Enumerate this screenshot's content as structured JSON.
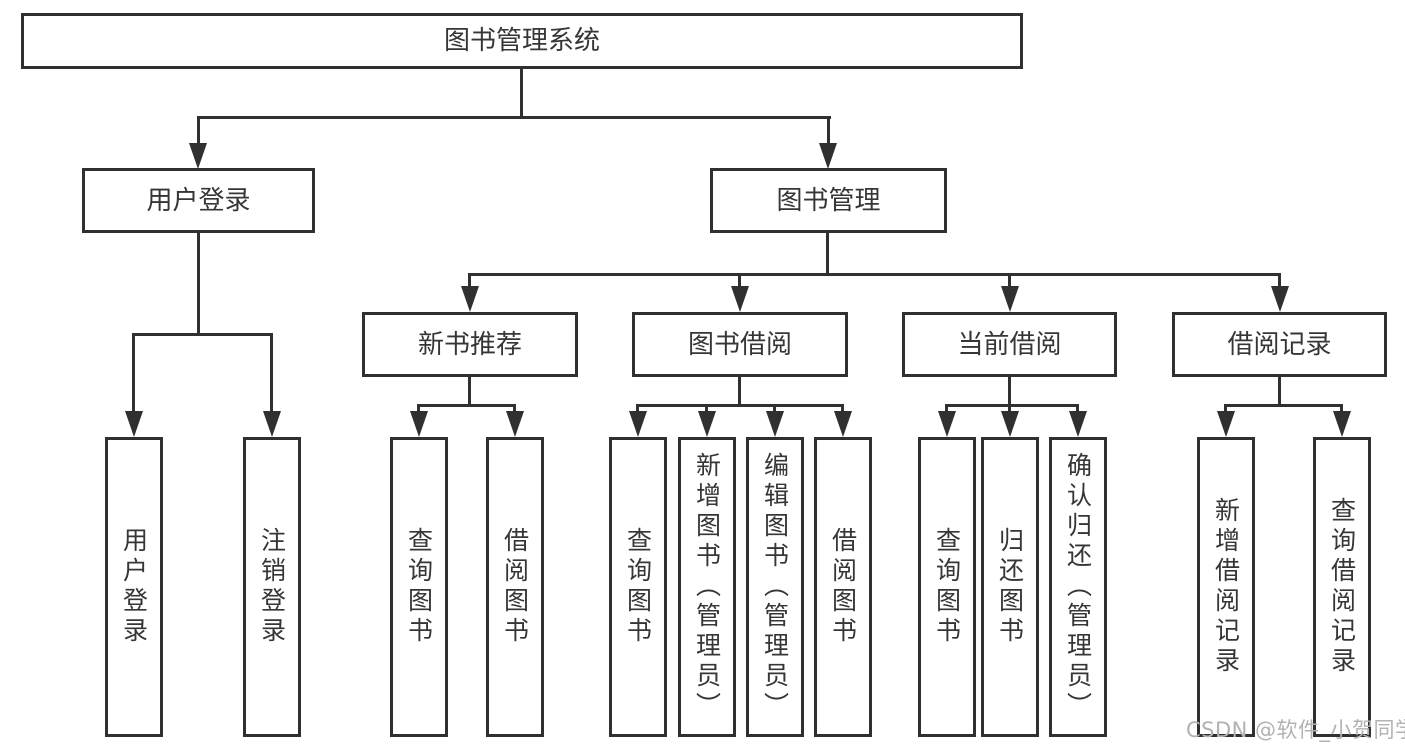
{
  "tree": {
    "label": "图书管理系统",
    "children": [
      {
        "label": "用户登录",
        "children": [
          {
            "label": "用户登录"
          },
          {
            "label": "注销登录"
          }
        ]
      },
      {
        "label": "图书管理",
        "children": [
          {
            "label": "新书推荐",
            "children": [
              {
                "label": "查询图书"
              },
              {
                "label": "借阅图书"
              }
            ]
          },
          {
            "label": "图书借阅",
            "children": [
              {
                "label": "查询图书"
              },
              {
                "label": "新增图书（管理员）"
              },
              {
                "label": "编辑图书（管理员）"
              },
              {
                "label": "借阅图书"
              }
            ]
          },
          {
            "label": "当前借阅",
            "children": [
              {
                "label": "查询图书"
              },
              {
                "label": "归还图书"
              },
              {
                "label": "确认归还（管理员）"
              }
            ]
          },
          {
            "label": "借阅记录",
            "children": [
              {
                "label": "新增借阅记录"
              },
              {
                "label": "查询借阅记录"
              }
            ]
          }
        ]
      }
    ]
  },
  "watermark": "CSDN @软件_小贺同学",
  "colors": {
    "line": "#303030",
    "box_border": "#303030",
    "text": "#363636",
    "background": "#ffffff",
    "watermark": "#b2b2b2"
  }
}
